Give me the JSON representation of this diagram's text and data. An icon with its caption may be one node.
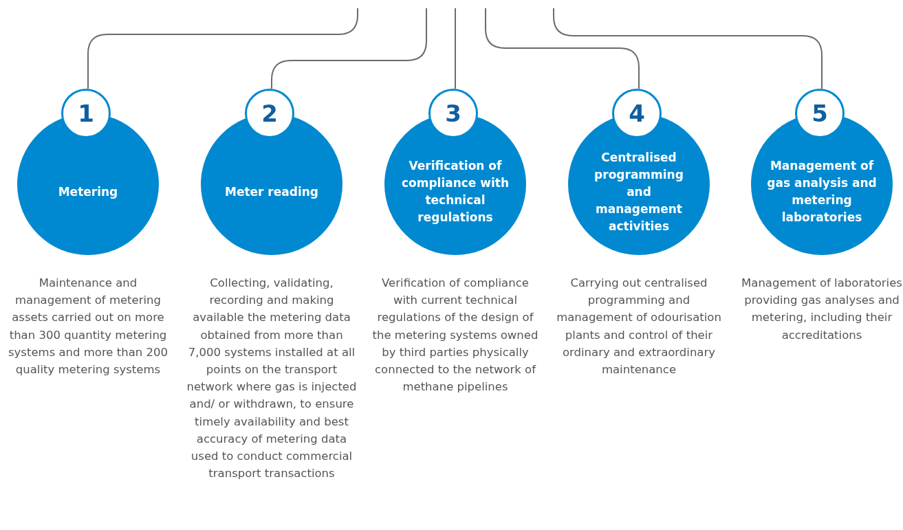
{
  "diagram": {
    "nodes": [
      {
        "text": [
          "1",
          "Metering"
        ],
        "beside": [
          "Maintenance and management of metering assets carried out on more than 300 quantity metering systems and more than 200 quality metering systems"
        ]
      },
      {
        "text": [
          "2",
          "Meter reading"
        ],
        "beside": [
          "Collecting, validating, recording and making available the metering data obtained from more than 7,000 systems installed at all points on the transport network where gas is injected and/ or withdrawn, to ensure timely availability and best accuracy of metering data used to conduct commercial transport transactions"
        ]
      },
      {
        "text": [
          "3",
          "Verification of compliance with technical regulations"
        ],
        "beside": [
          "Verification of compliance with current technical regulations of the design of the metering systems owned by third parties physically connected to the network of methane pipelines"
        ]
      },
      {
        "text": [
          "4",
          "Centralised programming and management activities"
        ],
        "beside": [
          "Carrying out centralised programming and management of odourisation plants and control of their ordinary and extraordinary maintenance"
        ]
      },
      {
        "text": [
          "5",
          "Management of gas analysis and metering laboratories"
        ],
        "beside": [
          "Management of laboratories providing gas analyses and metering, including their accreditations"
        ]
      }
    ],
    "edges": [
      {
        "from": null,
        "to": 0,
        "arrow": "none"
      },
      {
        "from": null,
        "to": 1,
        "arrow": "none"
      },
      {
        "from": null,
        "to": 2,
        "arrow": "none"
      },
      {
        "from": null,
        "to": 3,
        "arrow": "none"
      },
      {
        "from": null,
        "to": 4,
        "arrow": "none"
      }
    ]
  }
}
